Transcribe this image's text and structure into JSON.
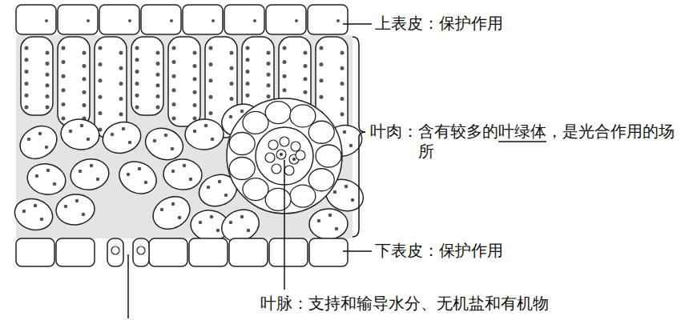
{
  "diagram": {
    "labels": [
      "上表皮：保护作用",
      "叶肉：含有较多的叶绿体，是光合作用的场所",
      "下表皮：保护作用",
      "叶脉：支持和输导水分、无机盐和有机物"
    ]
  }
}
